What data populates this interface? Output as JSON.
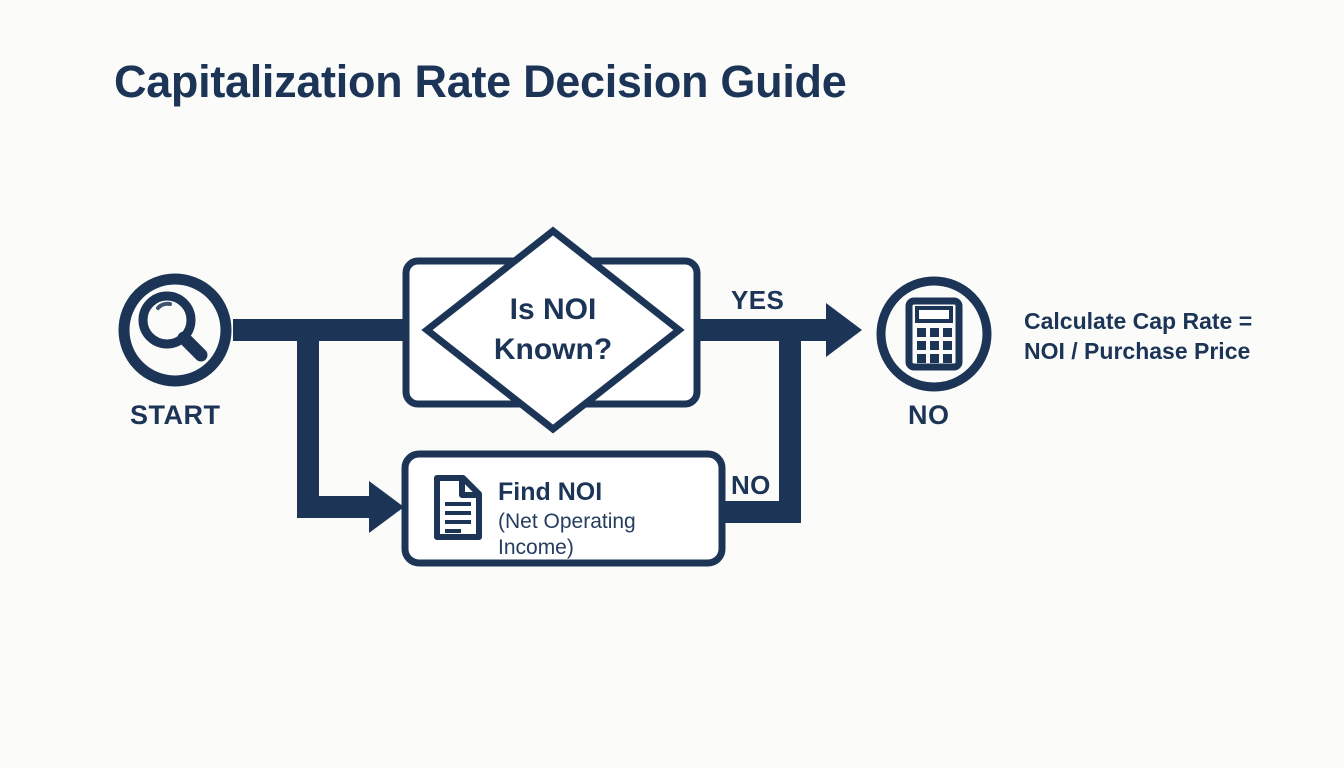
{
  "title": "Capitalization Rate Decision Guide",
  "colors": {
    "navy": "#1c3557",
    "background": "#fbfbfa",
    "shape_fill": "#ffffff"
  },
  "start_node": {
    "label": "START",
    "icon": "magnifier-icon"
  },
  "decision_node": {
    "line1": "Is NOI",
    "line2": "Known?",
    "shape": "diamond-in-rounded-rect"
  },
  "task_node": {
    "title": "Find NOI",
    "subtitle": "(Net Operating Income)",
    "icon": "document-icon"
  },
  "result_node": {
    "label": "NO",
    "icon": "calculator-icon"
  },
  "result_text": {
    "line1": "Calculate Cap Rate =",
    "line2": "NOI / Purchase Price"
  },
  "edges": {
    "yes_label": "YES",
    "no_label": "NO"
  }
}
